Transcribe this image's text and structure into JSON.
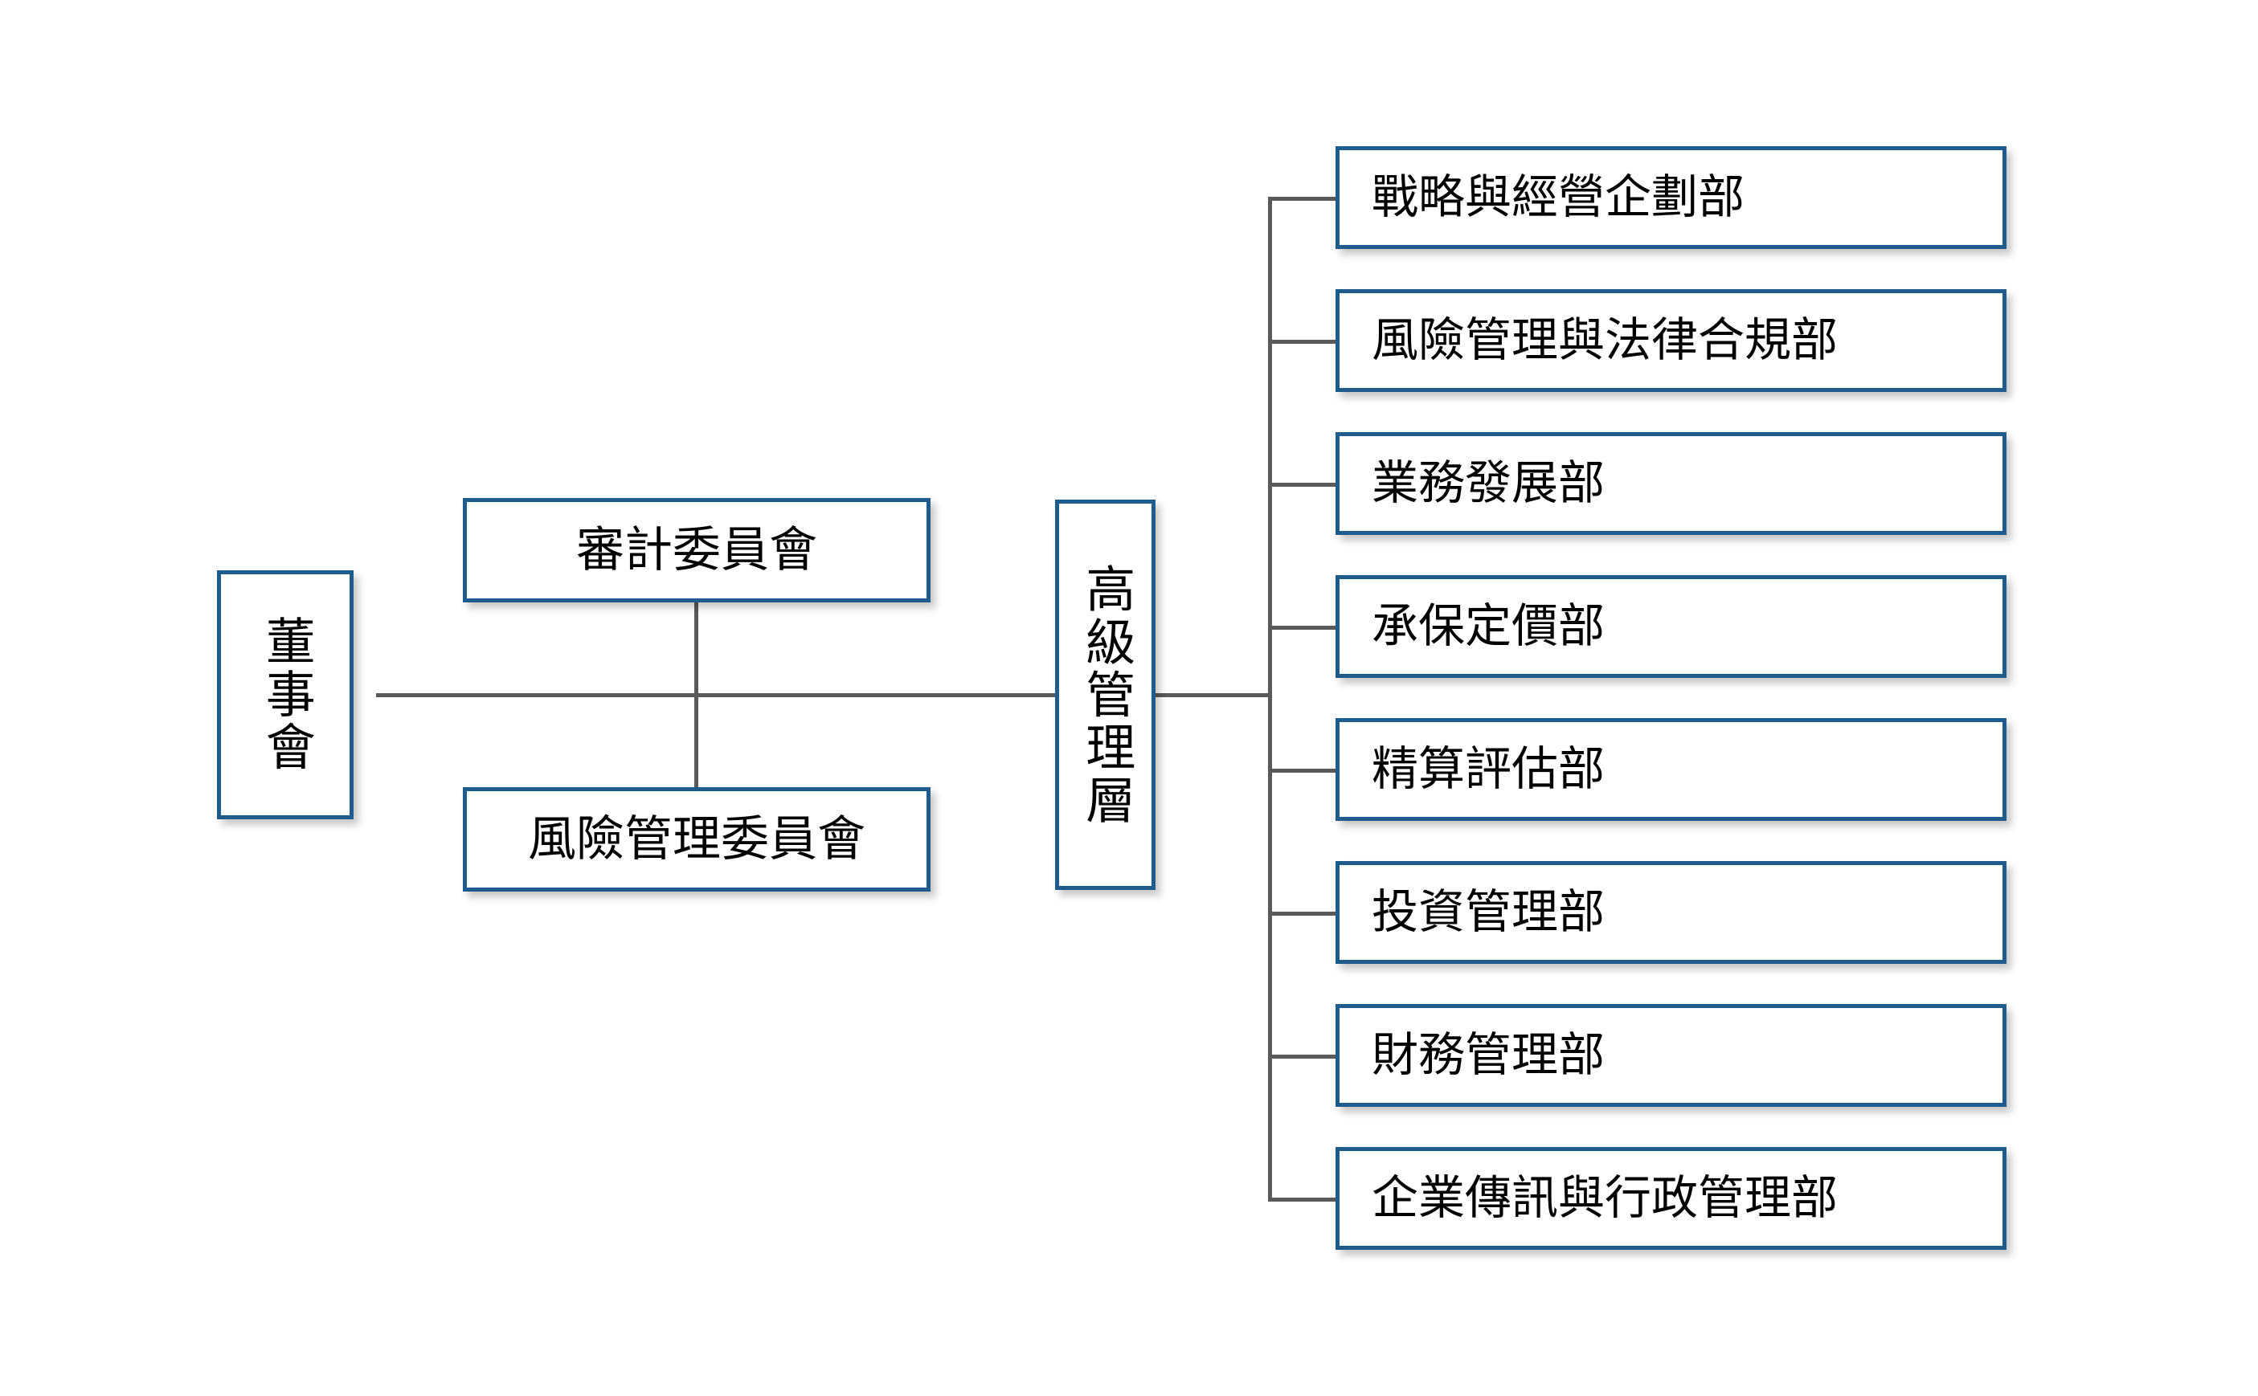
{
  "chart_data": {
    "type": "diagram",
    "title": "",
    "orientation": "left-to-right organizational hierarchy",
    "colors": {
      "box_border": "#1F5C8E",
      "connector_line": "#5A5A5A",
      "background": "#FFFFFF",
      "text": "#000000"
    },
    "nodes": [
      {
        "id": "board",
        "label": "董事會",
        "level": 0,
        "text_direction": "vertical"
      },
      {
        "id": "audit-committee",
        "label": "審計委員會",
        "level": 1,
        "text_direction": "horizontal"
      },
      {
        "id": "risk-committee",
        "label": "風險管理委員會",
        "level": 1,
        "text_direction": "horizontal"
      },
      {
        "id": "senior-management",
        "label": "高級管理層",
        "level": 1,
        "text_direction": "vertical"
      },
      {
        "id": "dept-1",
        "label": "戰略與經營企劃部",
        "level": 2,
        "text_direction": "horizontal"
      },
      {
        "id": "dept-2",
        "label": "風險管理與法律合規部",
        "level": 2,
        "text_direction": "horizontal"
      },
      {
        "id": "dept-3",
        "label": "業務發展部",
        "level": 2,
        "text_direction": "horizontal"
      },
      {
        "id": "dept-4",
        "label": "承保定價部",
        "level": 2,
        "text_direction": "horizontal"
      },
      {
        "id": "dept-5",
        "label": "精算評估部",
        "level": 2,
        "text_direction": "horizontal"
      },
      {
        "id": "dept-6",
        "label": "投資管理部",
        "level": 2,
        "text_direction": "horizontal"
      },
      {
        "id": "dept-7",
        "label": "財務管理部",
        "level": 2,
        "text_direction": "horizontal"
      },
      {
        "id": "dept-8",
        "label": "企業傳訊與行政管理部",
        "level": 2,
        "text_direction": "horizontal"
      }
    ],
    "edges": [
      {
        "from": "board",
        "to": "senior-management"
      },
      {
        "from": "board",
        "to": "audit-committee"
      },
      {
        "from": "board",
        "to": "risk-committee"
      },
      {
        "from": "senior-management",
        "to": "dept-1"
      },
      {
        "from": "senior-management",
        "to": "dept-2"
      },
      {
        "from": "senior-management",
        "to": "dept-3"
      },
      {
        "from": "senior-management",
        "to": "dept-4"
      },
      {
        "from": "senior-management",
        "to": "dept-5"
      },
      {
        "from": "senior-management",
        "to": "dept-6"
      },
      {
        "from": "senior-management",
        "to": "dept-7"
      },
      {
        "from": "senior-management",
        "to": "dept-8"
      }
    ]
  },
  "board": {
    "label": "董事會"
  },
  "committees": [
    {
      "label": "審計委員會"
    },
    {
      "label": "風險管理委員會"
    }
  ],
  "senior_management": {
    "label": "高級管理層"
  },
  "departments": [
    {
      "label": "戰略與經營企劃部"
    },
    {
      "label": "風險管理與法律合規部"
    },
    {
      "label": "業務發展部"
    },
    {
      "label": "承保定價部"
    },
    {
      "label": "精算評估部"
    },
    {
      "label": "投資管理部"
    },
    {
      "label": "財務管理部"
    },
    {
      "label": "企業傳訊與行政管理部"
    }
  ]
}
